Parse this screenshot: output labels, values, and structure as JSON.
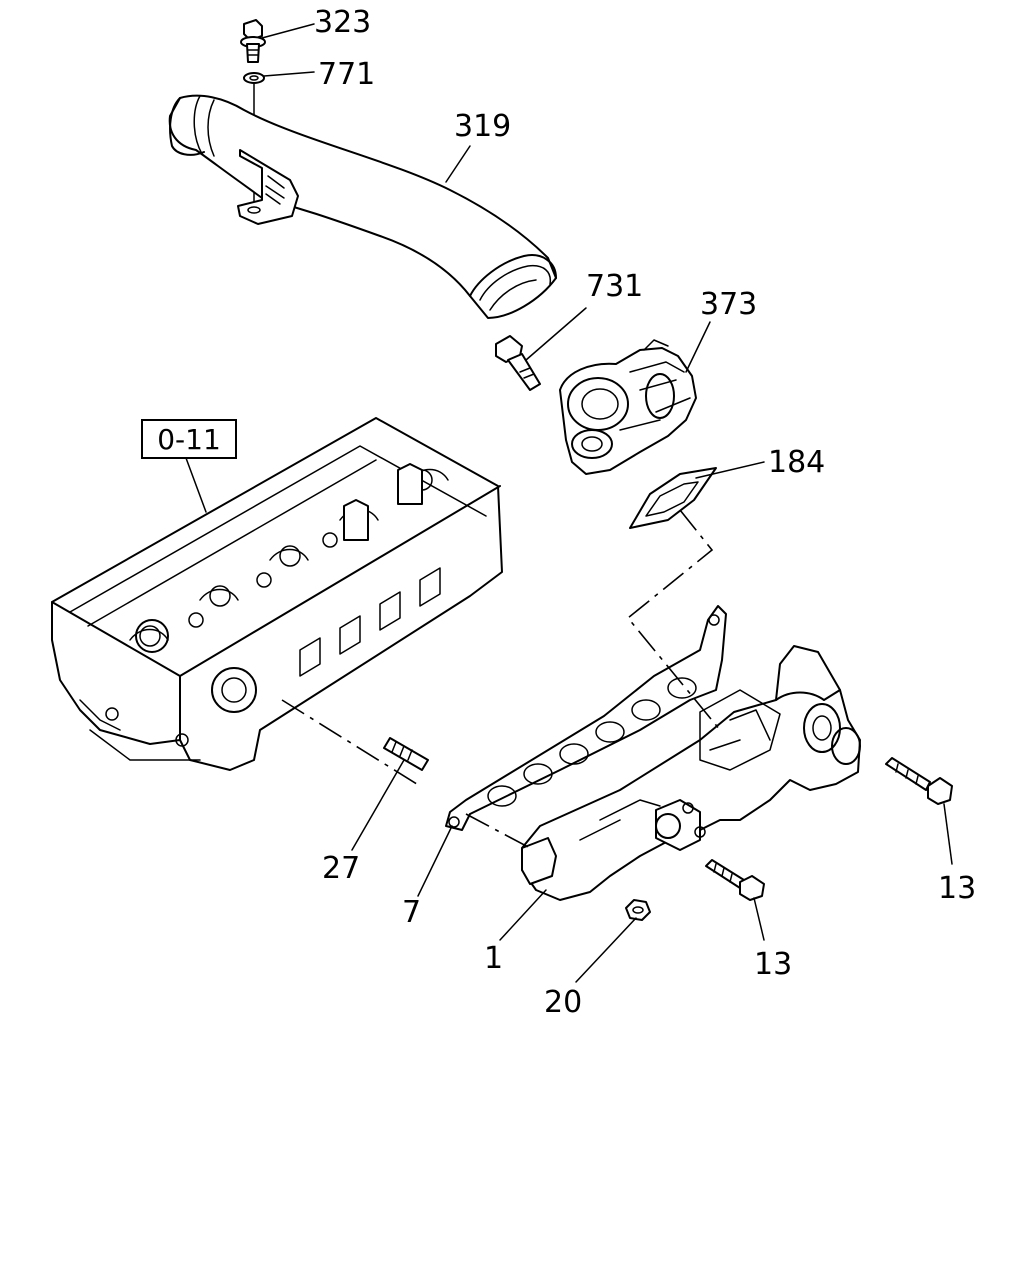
{
  "diagram": {
    "reference_box": "0-11",
    "labels": {
      "p323": "323",
      "p771": "771",
      "p319": "319",
      "p731": "731",
      "p373": "373",
      "p184": "184",
      "p27": "27",
      "p7": "7",
      "p1": "1",
      "p20": "20",
      "p13a": "13",
      "p13b": "13"
    }
  }
}
